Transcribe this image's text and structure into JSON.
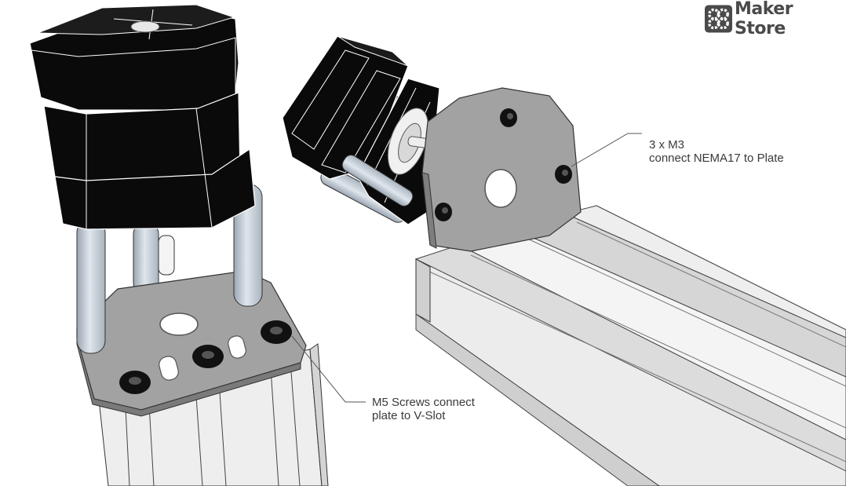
{
  "brand": {
    "name": "Maker Store",
    "icon": "gear-cluster-icon",
    "color": "#4a4a4a"
  },
  "callouts": {
    "m3": {
      "line1": "3 x M3",
      "line2": "connect NEMA17 to Plate"
    },
    "m5": {
      "line1": "M5 Screws connect",
      "line2": "plate to V-Slot"
    }
  },
  "colors": {
    "motor": "#0a0a0a",
    "plate": "#a2a2a2",
    "extrusion": "#e6e6e6",
    "standoff": "#c9d2db",
    "text": "#3a3a3a"
  }
}
